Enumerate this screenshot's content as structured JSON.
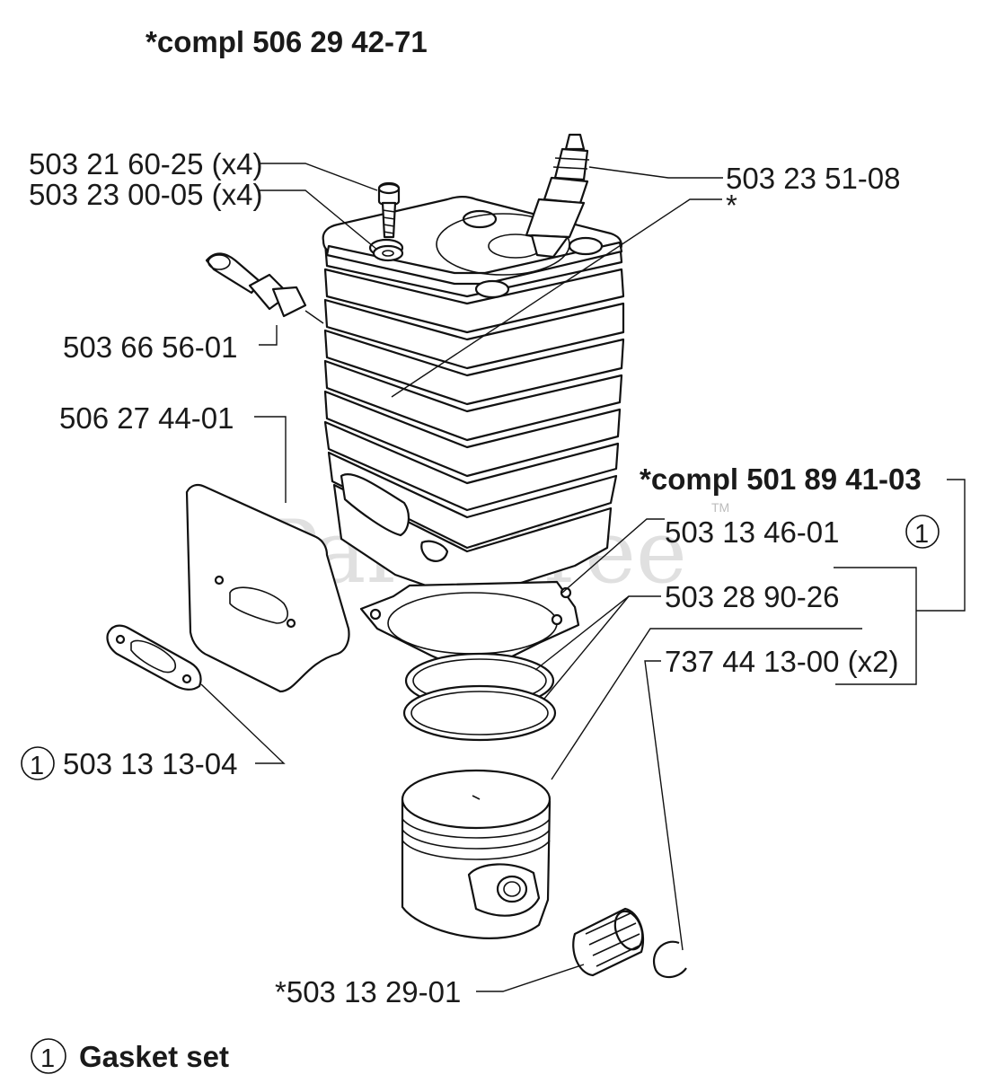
{
  "header": {
    "assembly_label": "*compl 506 29 42-71"
  },
  "callouts": {
    "screw": "503 21 60-25 (x4)",
    "washer": "503 23 00-05 (x4)",
    "spark_plug": "503 23 51-08",
    "spark_plug_note": "*",
    "decompression_valve": "503 66 56-01",
    "heat_shield": "506 27 44-01",
    "sub_assembly": "*compl 501 89 41-03",
    "sub_assembly_marker": "1",
    "cylinder_gasket": "503 13 46-01",
    "piston_rings": "503 28 90-26",
    "circlip": "737 44 13-00 (x2)",
    "muffler_gasket_marker": "1",
    "muffler_gasket": "503 13 13-04",
    "needle_bearing": "*503 13 29-01"
  },
  "legend": {
    "marker": "1",
    "text": "Gasket set"
  },
  "watermark": {
    "text": "PartsTree",
    "tm": "TM"
  }
}
